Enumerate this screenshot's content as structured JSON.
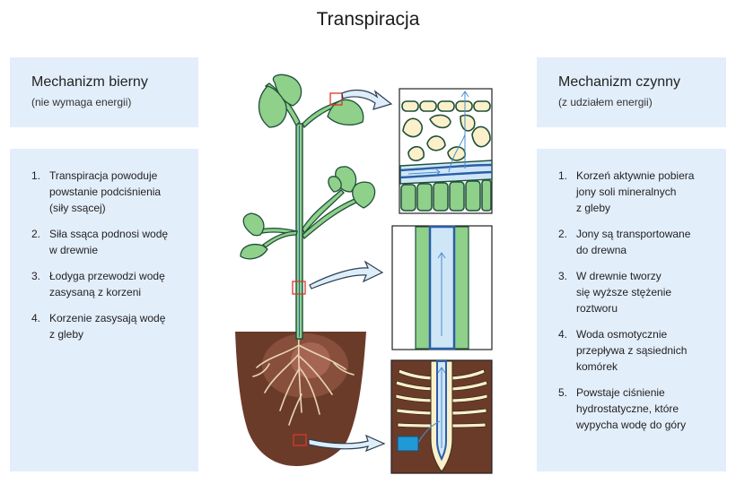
{
  "title": "Transpiracja",
  "passive": {
    "heading": "Mechanizm bierny",
    "subheading": "(nie wymaga energii)",
    "steps": [
      {
        "num": "1.",
        "lines": [
          "Transpiracja powoduje",
          "powstanie podciśnienia",
          "(siły ssącej)"
        ]
      },
      {
        "num": "2.",
        "lines": [
          "Siła ssąca podnosi wodę",
          "w drewnie"
        ]
      },
      {
        "num": "3.",
        "lines": [
          "Łodyga przewodzi wodę",
          "zasysaną z korzeni"
        ]
      },
      {
        "num": "4.",
        "lines": [
          "Korzenie zasysają wodę",
          "z gleby"
        ]
      }
    ]
  },
  "active": {
    "heading": "Mechanizm czynny",
    "subheading": "(z udziałem energii)",
    "steps": [
      {
        "num": "1.",
        "lines": [
          "Korzeń aktywnie pobiera",
          "jony soli mineralnych",
          "z gleby"
        ]
      },
      {
        "num": "2.",
        "lines": [
          "Jony są transportowane",
          "do drewna"
        ]
      },
      {
        "num": "3.",
        "lines": [
          "W drewnie tworzy",
          "się wyższe stężenie",
          "roztworu"
        ]
      },
      {
        "num": "4.",
        "lines": [
          "Woda osmotycznie",
          "przepływa z sąsiednich",
          "komórek"
        ]
      },
      {
        "num": "5.",
        "lines": [
          "Powstaje ciśnienie",
          "hydrostatyczne, które",
          "wypycha wodę do góry"
        ]
      }
    ]
  },
  "colors": {
    "panel_bg": "#e3eefb",
    "plant_green": "#8fd08a",
    "stem_dark": "#1f4f3a",
    "soil": "#6b3b2a",
    "xylem_blue": "#2a5ea8",
    "water_light": "#cfe6f7",
    "highlight_red": "#d9362b",
    "arrow_fill": "#ddeefa",
    "ion_box": "#1f9ad6"
  }
}
